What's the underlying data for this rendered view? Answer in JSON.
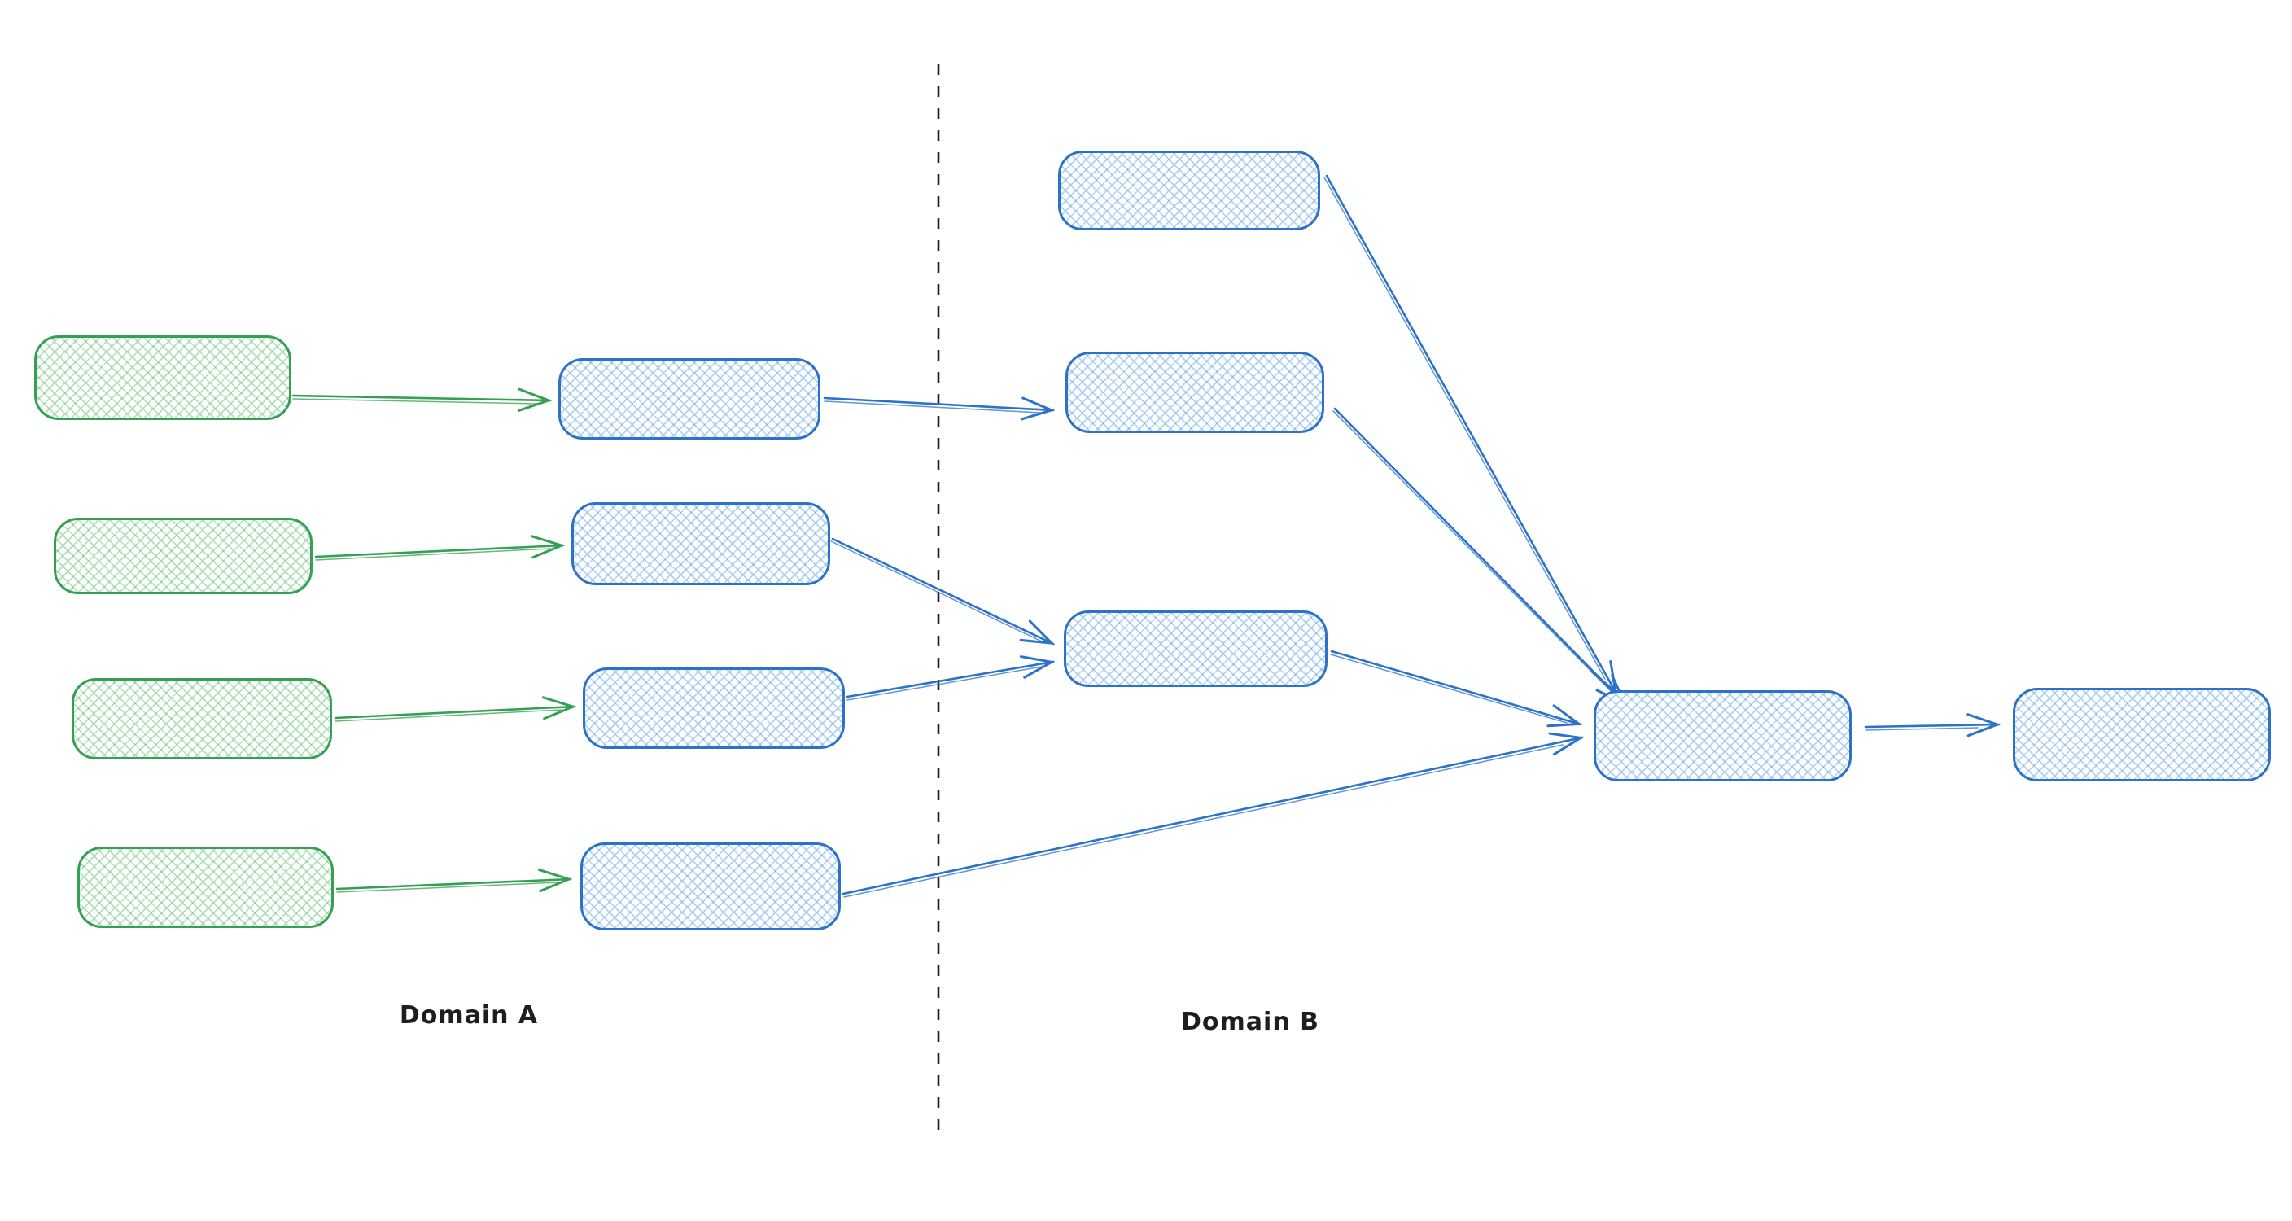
{
  "diagram": {
    "title": "",
    "labels": {
      "domain_a": "Domain A",
      "domain_b": "Domain B"
    },
    "colors": {
      "background": "#ffffff",
      "green_stroke": "#35a053",
      "green_fill_hatch": "#b2f2bb",
      "blue_stroke": "#2b72c8",
      "blue_fill_hatch": "#a5d8ff",
      "divider": "#1e1e1e",
      "label_text": "#1e1e1e"
    },
    "divider": {
      "orientation": "vertical",
      "style": "dashed",
      "separates": [
        "Domain A",
        "Domain B"
      ]
    },
    "nodes": [
      {
        "id": "a-src-1",
        "domain": "A",
        "fill": "green",
        "label": ""
      },
      {
        "id": "a-src-2",
        "domain": "A",
        "fill": "green",
        "label": ""
      },
      {
        "id": "a-src-3",
        "domain": "A",
        "fill": "green",
        "label": ""
      },
      {
        "id": "a-src-4",
        "domain": "A",
        "fill": "green",
        "label": ""
      },
      {
        "id": "a-mid-1",
        "domain": "A",
        "fill": "blue",
        "label": ""
      },
      {
        "id": "a-mid-2",
        "domain": "A",
        "fill": "blue",
        "label": ""
      },
      {
        "id": "a-mid-3",
        "domain": "A",
        "fill": "blue",
        "label": ""
      },
      {
        "id": "a-mid-4",
        "domain": "A",
        "fill": "blue",
        "label": ""
      },
      {
        "id": "b-top",
        "domain": "B",
        "fill": "blue",
        "label": ""
      },
      {
        "id": "b-mid-1",
        "domain": "B",
        "fill": "blue",
        "label": ""
      },
      {
        "id": "b-mid-2",
        "domain": "B",
        "fill": "blue",
        "label": ""
      },
      {
        "id": "b-hub",
        "domain": "B",
        "fill": "blue",
        "label": ""
      },
      {
        "id": "b-out",
        "domain": "B",
        "fill": "blue",
        "label": ""
      }
    ],
    "edges": [
      {
        "from": "a-src-1",
        "to": "a-mid-1",
        "color": "green"
      },
      {
        "from": "a-src-2",
        "to": "a-mid-2",
        "color": "green"
      },
      {
        "from": "a-src-3",
        "to": "a-mid-3",
        "color": "green"
      },
      {
        "from": "a-src-4",
        "to": "a-mid-4",
        "color": "green"
      },
      {
        "from": "a-mid-1",
        "to": "b-mid-1",
        "color": "blue"
      },
      {
        "from": "a-mid-2",
        "to": "b-mid-2",
        "color": "blue"
      },
      {
        "from": "a-mid-3",
        "to": "b-mid-2",
        "color": "blue"
      },
      {
        "from": "a-mid-4",
        "to": "b-hub",
        "color": "blue"
      },
      {
        "from": "b-top",
        "to": "b-hub",
        "color": "blue"
      },
      {
        "from": "b-mid-1",
        "to": "b-hub",
        "color": "blue"
      },
      {
        "from": "b-mid-2",
        "to": "b-hub",
        "color": "blue"
      },
      {
        "from": "b-hub",
        "to": "b-out",
        "color": "blue"
      }
    ]
  }
}
